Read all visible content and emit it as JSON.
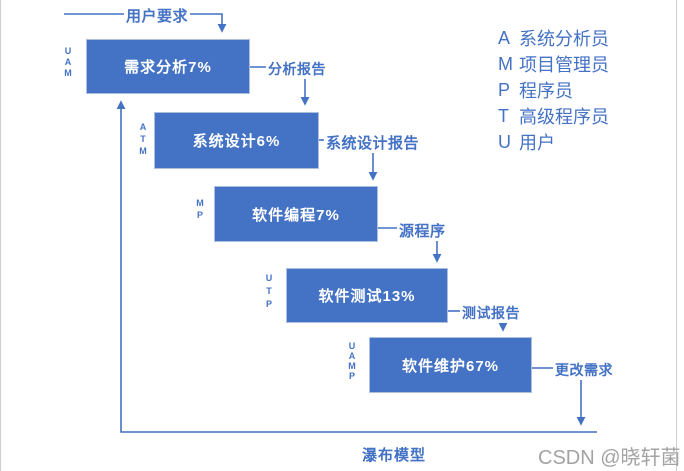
{
  "diagram": {
    "caption": "瀑布模型",
    "watermark": "CSDN @晓轩菌",
    "input_label": "用户要求",
    "stages": [
      {
        "name": "需求分析7%",
        "roles": [
          "U",
          "A",
          "M"
        ],
        "output_label": "分析报告"
      },
      {
        "name": "系统设计6%",
        "roles": [
          "A",
          "T",
          "M"
        ],
        "output_label": "系统设计报告"
      },
      {
        "name": "软件编程7%",
        "roles": [
          "M",
          "P"
        ],
        "output_label": "源程序"
      },
      {
        "name": "软件测试13%",
        "roles": [
          "U",
          "T",
          "P"
        ],
        "output_label": "测试报告"
      },
      {
        "name": "软件维护67%",
        "roles": [
          "U",
          "A",
          "M",
          "P"
        ],
        "output_label": "更改需求"
      }
    ],
    "legend": [
      {
        "key": "A",
        "label": "系统分析员"
      },
      {
        "key": "M",
        "label": "项目管理员"
      },
      {
        "key": "P",
        "label": "程序员"
      },
      {
        "key": "T",
        "label": "高级程序员"
      },
      {
        "key": "U",
        "label": "用户"
      }
    ],
    "colors": {
      "box_fill": "#4472C4",
      "box_border": "#AEBEDF",
      "box_text": "#FFFFFF",
      "line": "#4472C4",
      "label_text": "#4472C4",
      "caption_text": "#4472C4",
      "watermark_text": "#A3A3A3",
      "frame_edge": "#CFCFCF"
    }
  }
}
